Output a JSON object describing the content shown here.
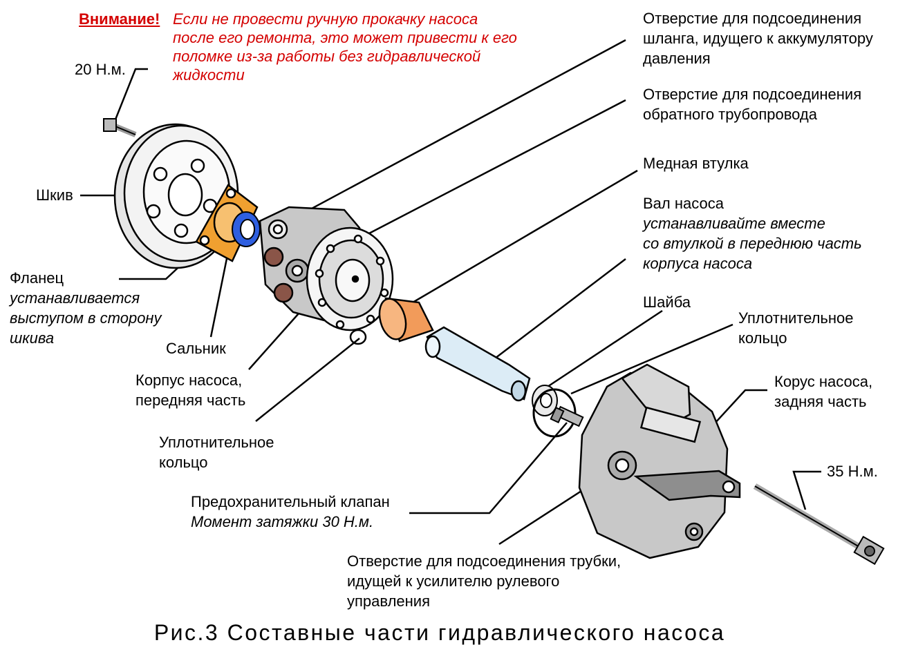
{
  "warning": {
    "label": "Внимание!",
    "text_lines": [
      "Если не провести ручную прокачку насоса",
      "после его ремонта, это может привести к его",
      "поломке из-за работы без гидравлической",
      "жидкости"
    ]
  },
  "labels": {
    "torque_pulley_bolt": "20 Н.м.",
    "pulley": "Шкив",
    "flange": {
      "name": "Фланец",
      "note_lines": [
        "устанавливается",
        "выступом в сторону",
        "шкива"
      ]
    },
    "oil_seal": "Сальник",
    "front_housing": [
      "Корпус насоса,",
      "передняя часть"
    ],
    "o_ring_front": [
      "Уплотнительное",
      "кольцо"
    ],
    "relief_valve": {
      "name": "Предохранительный клапан",
      "note": "Момент затяжки 30 Н.м."
    },
    "outlet_port": [
      "Отверстие для подсоединения трубки,",
      "идущей к усилителю рулевого",
      "управления"
    ],
    "accumulator_port": [
      "Отверстие для подсоединения",
      "шланга, идущего к аккумулятору",
      "давления"
    ],
    "return_port": [
      "Отверстие для подсоединения",
      "обратного трубопровода"
    ],
    "copper_bushing": "Медная втулка",
    "shaft": {
      "name": "Вал насоса",
      "note_lines": [
        "устанавливайте вместе",
        "со втулкой в переднюю часть",
        "корпуса насоса"
      ]
    },
    "washer": "Шайба",
    "o_ring_rear": [
      "Уплотнительное",
      "кольцо"
    ],
    "rear_housing": [
      "Корус насоса,",
      "задняя часть"
    ],
    "torque_long_bolt": "35 Н.м."
  },
  "caption": "Рис.3 Составные части гидравлического насоса",
  "colors": {
    "warning": "#d40000",
    "flange": "#f0a030",
    "seal": "#2f5fe0",
    "bushing": "#f29b5a",
    "shaft": "#dcecf6",
    "housing": "#c8c8c8",
    "line": "#000000"
  }
}
